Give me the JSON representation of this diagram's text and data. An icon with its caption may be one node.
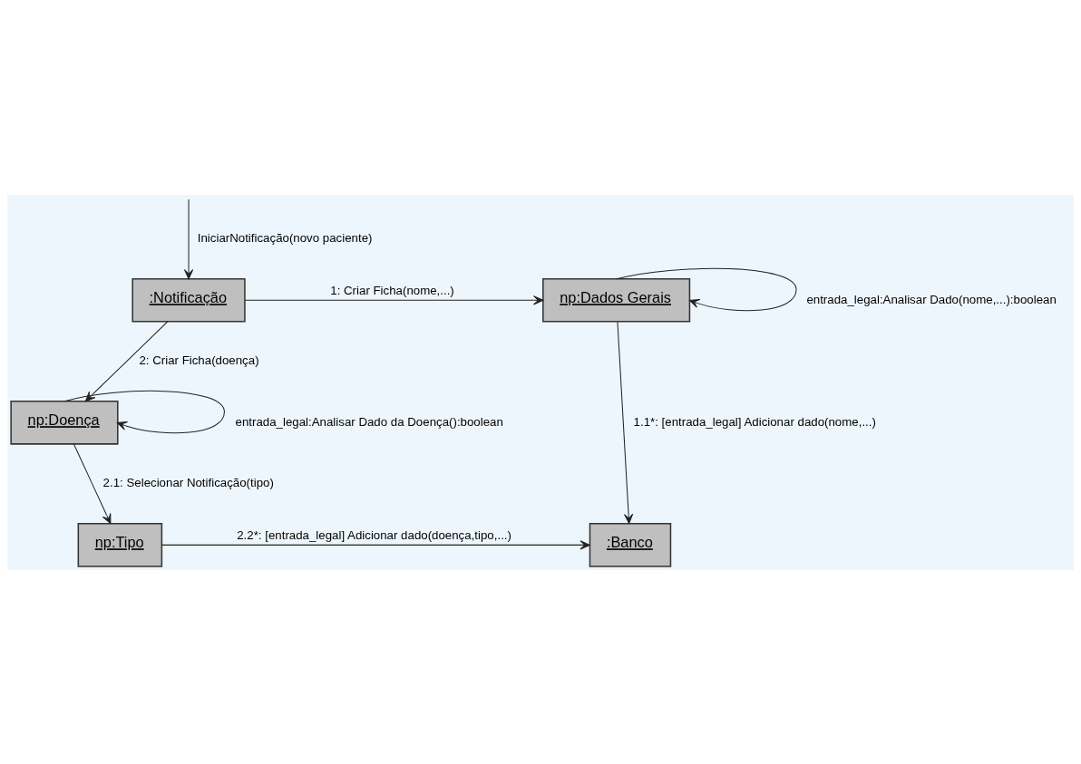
{
  "diagram": {
    "nodes": [
      {
        "text": [
          ":Notificação"
        ]
      },
      {
        "text": [
          "np:Dados Gerais"
        ]
      },
      {
        "text": [
          "np:Doença"
        ]
      },
      {
        "text": [
          "np:Tipo"
        ]
      },
      {
        "text": [
          ":Banco"
        ]
      }
    ],
    "edges": [
      {
        "from": null,
        "to": 0,
        "arrow": "to",
        "label": "IniciarNotificação(novo paciente)"
      },
      {
        "from": 0,
        "to": 1,
        "arrow": "to",
        "label": "1: Criar Ficha(nome,...)"
      },
      {
        "from": 1,
        "to": 1,
        "arrow": "to",
        "label": "entrada_legal:Analisar Dado(nome,...):boolean"
      },
      {
        "from": 0,
        "to": 2,
        "arrow": "to",
        "label": "2: Criar Ficha(doença)"
      },
      {
        "from": 2,
        "to": 2,
        "arrow": "to",
        "label": "entrada_legal:Analisar Dado da Doença():boolean"
      },
      {
        "from": 1,
        "to": 4,
        "arrow": "to",
        "label": "1.1*: [entrada_legal] Adicionar dado(nome,...)"
      },
      {
        "from": 2,
        "to": 3,
        "arrow": "to",
        "label": "2.1: Selecionar Notificação(tipo)"
      },
      {
        "from": 3,
        "to": 4,
        "arrow": "to",
        "label": "2.2*: [entrada_legal] Adicionar dado(doença,tipo,...)"
      }
    ]
  }
}
